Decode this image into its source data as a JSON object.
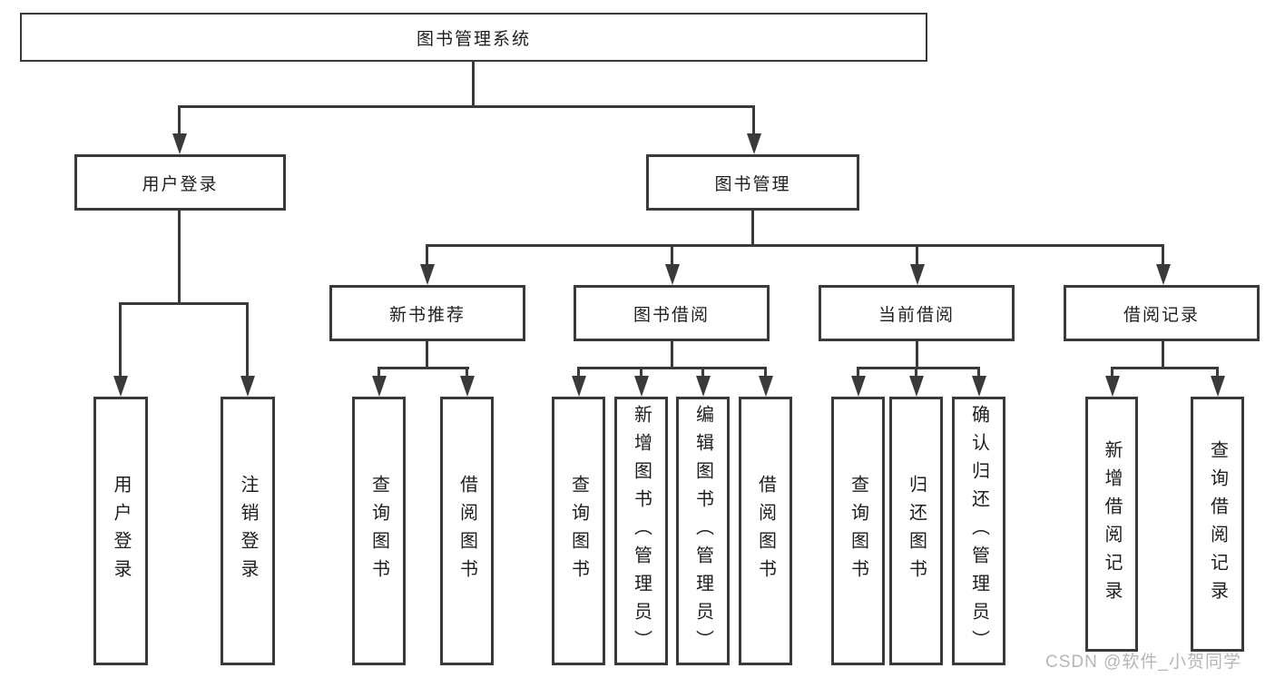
{
  "diagram": {
    "root": {
      "label": "图书管理系统"
    },
    "level2": [
      {
        "label": "用户登录"
      },
      {
        "label": "图书管理"
      }
    ],
    "level3": [
      {
        "label": "新书推荐"
      },
      {
        "label": "图书借阅"
      },
      {
        "label": "当前借阅"
      },
      {
        "label": "借阅记录"
      }
    ],
    "leaves": {
      "user_login": [
        "用户登录",
        "注销登录"
      ],
      "new_book": [
        "查询图书",
        "借阅图书"
      ],
      "book_borrow": [
        "查询图书",
        "新增图书（管理员）",
        "编辑图书（管理员）",
        "借阅图书"
      ],
      "current_borrow": [
        "查询图书",
        "归还图书",
        "确认归还（管理员）"
      ],
      "borrow_record": [
        "新增借阅记录",
        "查询借阅记录"
      ]
    }
  },
  "watermark": "CSDN @软件_小贺同学",
  "colors": {
    "line": "#3a3a3a",
    "text": "#1e1e1e",
    "watermark": "#b5b5ba",
    "background": "#ffffff"
  }
}
